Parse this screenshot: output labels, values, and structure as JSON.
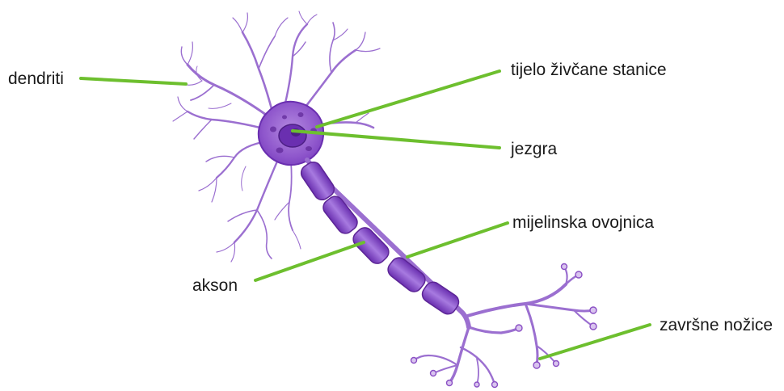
{
  "colors": {
    "leader_line": "#6dbf2e",
    "neuron_stroke": "#8a4fc4",
    "neuron_fill": "#a06fd6",
    "neuron_light": "#d9c4ef",
    "myelin_fill": "#7a3fbf",
    "label_text": "#1a1a1a",
    "background": "#ffffff"
  },
  "labels": {
    "dendrites": "dendriti",
    "cell_body": "tijelo živčane stanice",
    "nucleus": "jezgra",
    "myelin_sheath": "mijelinska ovojnica",
    "axon": "akson",
    "axon_terminals": "završne nožice"
  }
}
